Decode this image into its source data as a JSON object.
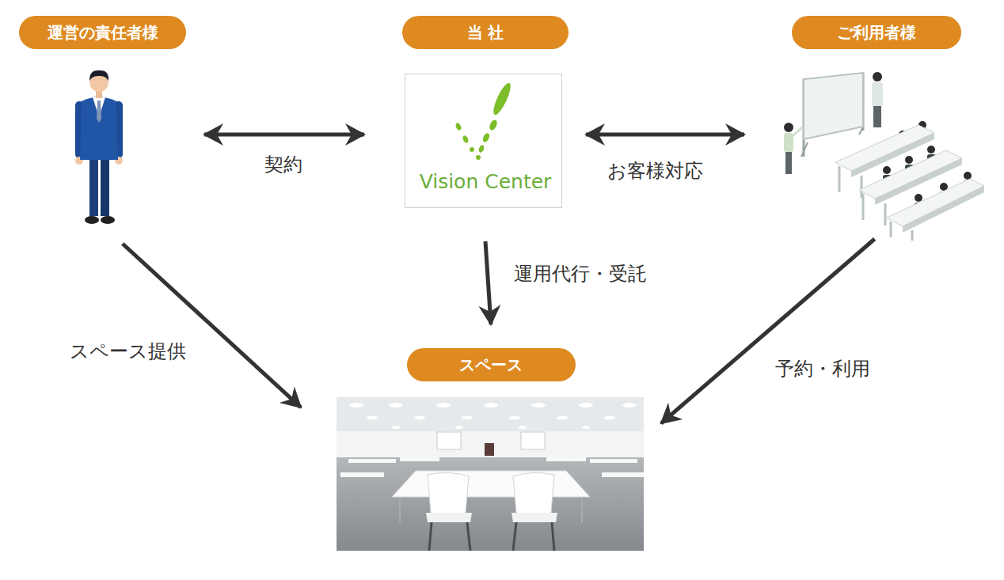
{
  "diagram": {
    "nodes": [
      {
        "text": [
          "運営の責任者様"
        ]
      },
      {
        "text": [
          "当 社",
          "Vision Center"
        ]
      },
      {
        "text": [
          "ご利用者様"
        ]
      },
      {
        "text": [
          "スペース"
        ]
      }
    ],
    "edges": [
      {
        "from": 0,
        "to": 1,
        "label": "契約",
        "arrow": "both"
      },
      {
        "from": 1,
        "to": 2,
        "label": "お客様対応",
        "arrow": "both"
      },
      {
        "from": 1,
        "to": 3,
        "label": "運用代行・受託",
        "arrow": "to"
      },
      {
        "from": 0,
        "to": 3,
        "label": "スペース提供",
        "arrow": "to"
      },
      {
        "from": 2,
        "to": 3,
        "label": "予約・利用",
        "arrow": "to"
      }
    ]
  }
}
